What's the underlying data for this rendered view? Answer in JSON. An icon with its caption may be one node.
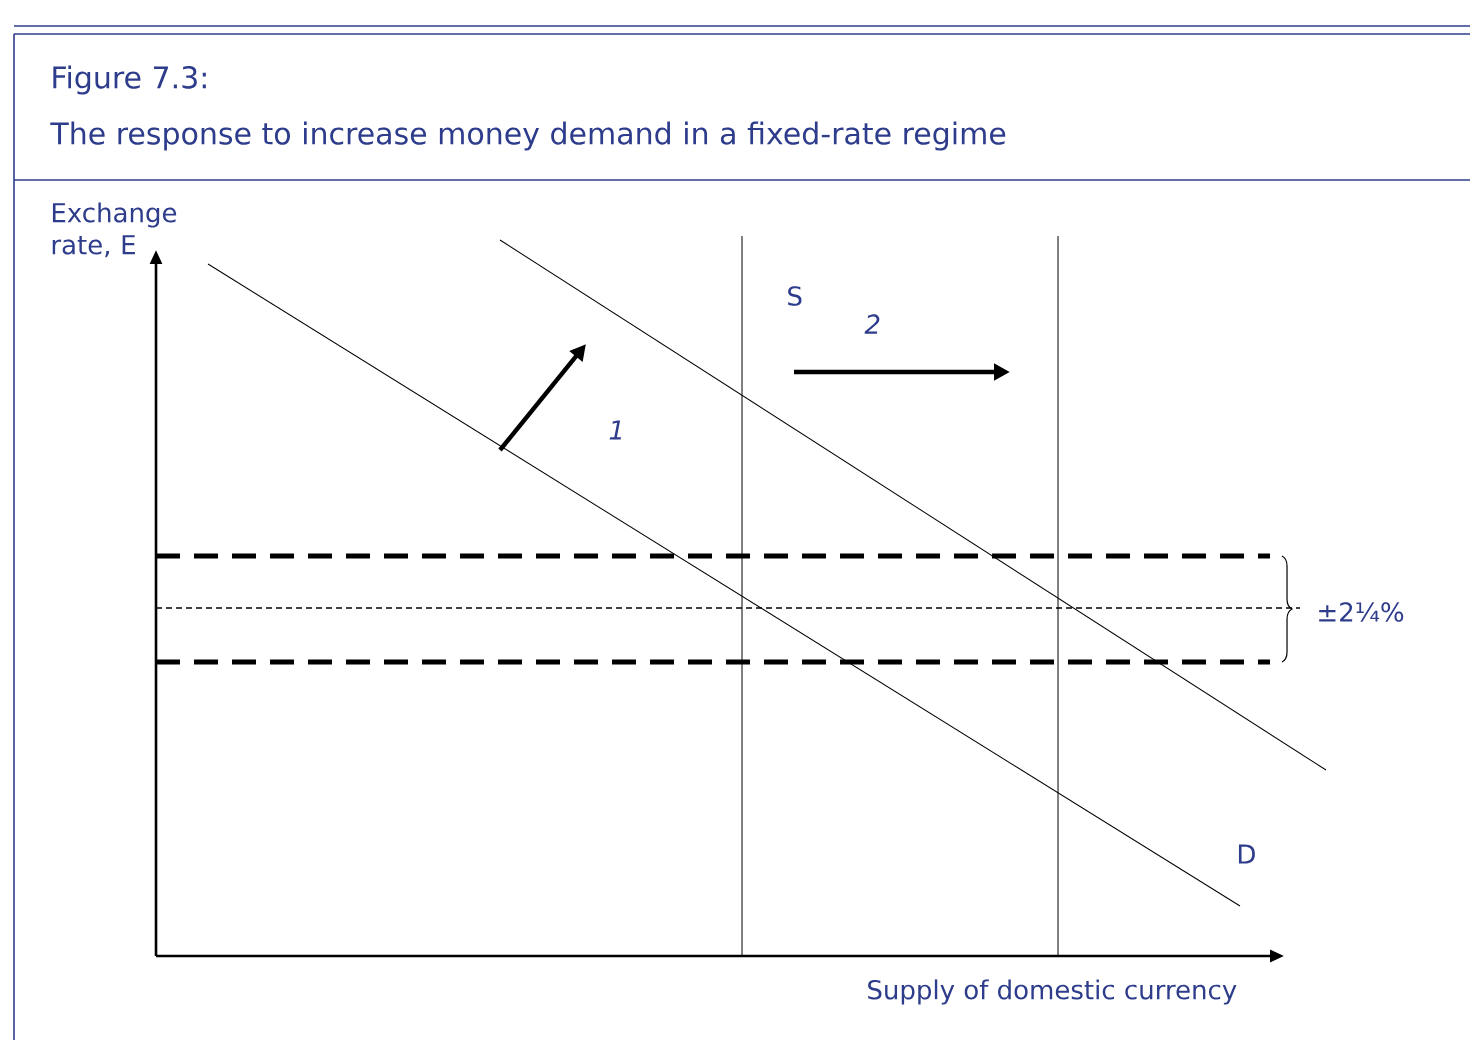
{
  "diagram": {
    "title": "Figure 7.3:",
    "caption": "The response to increase money demand in a fixed-rate regime",
    "labels": [
      "Exchange rate, E",
      "S",
      "2",
      "1",
      "±2¼%",
      "D",
      "Supply of domestic currency"
    ]
  }
}
